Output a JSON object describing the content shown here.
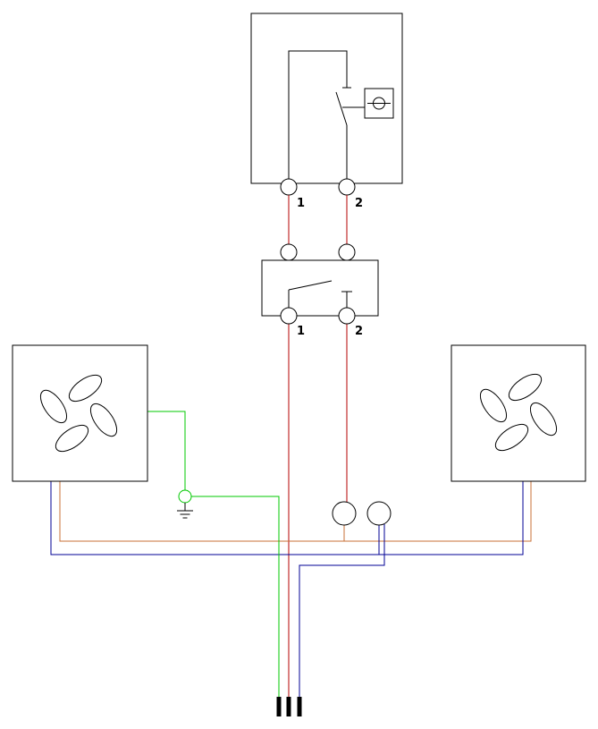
{
  "colors": {
    "wire_red": "#b40000",
    "wire_green": "#00c800",
    "wire_orange": "#c87137",
    "wire_blue": "#000096",
    "outline": "#000000"
  },
  "main_switch": {
    "name": "switch-with-indicator-lamp",
    "indicator_icon": "lamp-icon",
    "terminals": [
      {
        "label": "1"
      },
      {
        "label": "2"
      }
    ]
  },
  "intermediate_switch": {
    "name": "two-way-switch",
    "terminals": [
      {
        "label": "1"
      },
      {
        "label": "2"
      }
    ]
  },
  "devices": {
    "left_fan": "fan",
    "right_fan": "fan",
    "earth": "ground-terminal",
    "junctions": [
      "junction-terminal",
      "junction-terminal"
    ],
    "supply": "three-pin-connector"
  }
}
